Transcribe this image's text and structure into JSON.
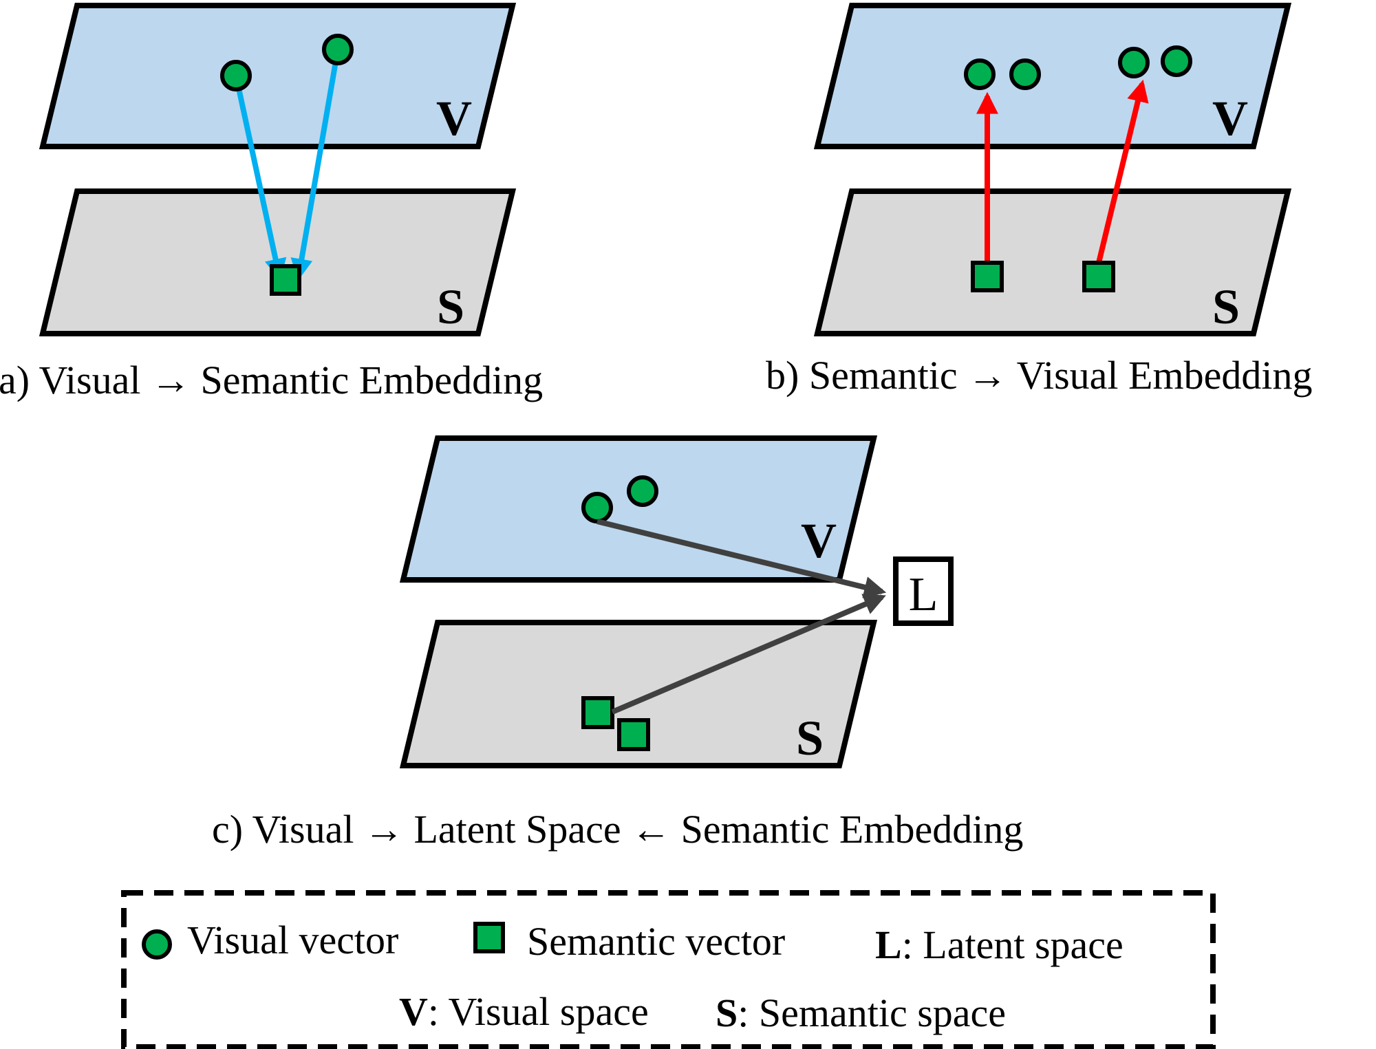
{
  "colors": {
    "visual_plane": "#bdd7ee",
    "semantic_plane": "#d9d9d9",
    "vector_fill": "#00b050",
    "arrow_a": "#00b0f0",
    "arrow_b": "#ff0000",
    "arrow_c": "#404040"
  },
  "panel_a": {
    "visual_label": "V",
    "semantic_label": "S",
    "caption": "a) Visual → Semantic Embedding"
  },
  "panel_b": {
    "visual_label": "V",
    "semantic_label": "S",
    "caption": "b) Semantic → Visual Embedding"
  },
  "panel_c": {
    "visual_label": "V",
    "semantic_label": "S",
    "latent_label": "L",
    "caption": "c) Visual → Latent Space ← Semantic Embedding"
  },
  "legend": {
    "visual_vector": "Visual vector",
    "semantic_vector": "Semantic vector",
    "latent_key": "L",
    "latent_desc": ": Latent space",
    "visual_key": "V",
    "visual_desc": ": Visual space",
    "semantic_key": "S",
    "semantic_desc": ": Semantic space"
  }
}
